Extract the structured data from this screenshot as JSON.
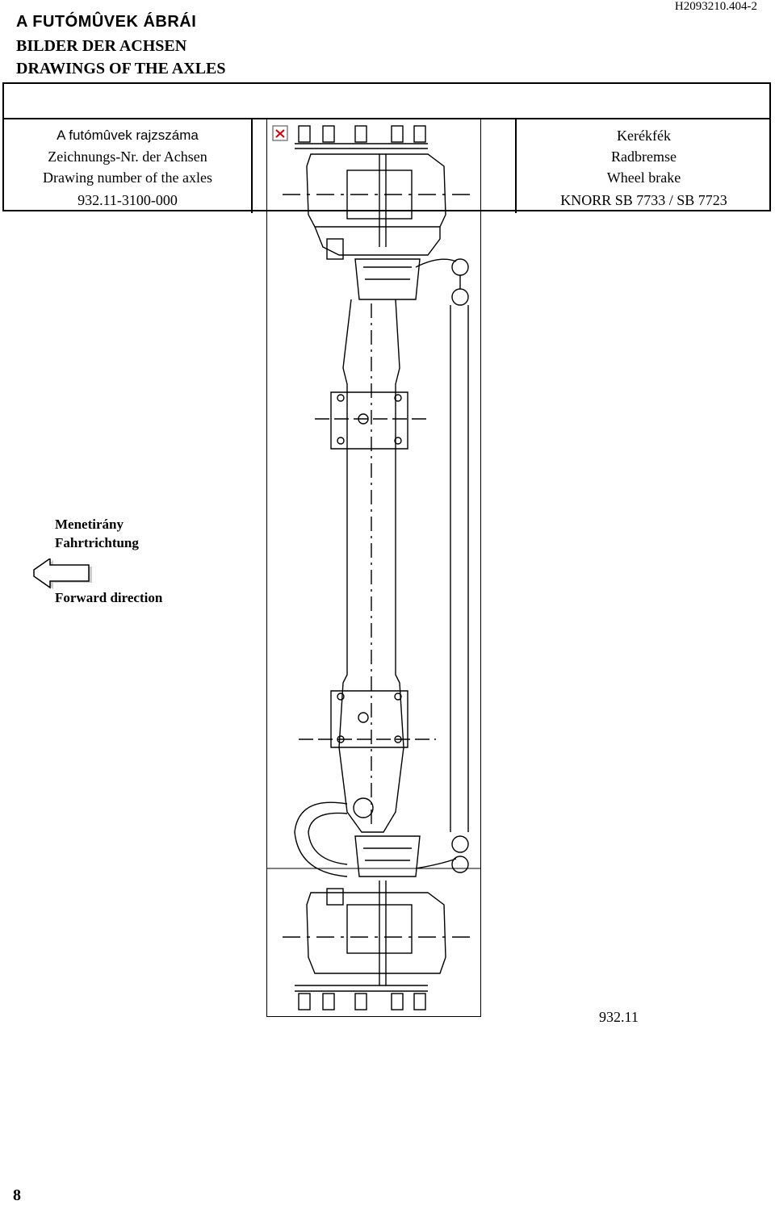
{
  "header": {
    "title_hu": "A FUTÓMÛVEK ÁBRÁI",
    "title_de": "BILDER DER ACHSEN",
    "title_en": "DRAWINGS OF THE AXLES",
    "doc_id": "H2093210.404-2"
  },
  "table": {
    "left": {
      "label_hu": "A futómûvek rajzszáma",
      "label_de": "Zeichnungs-Nr. der Achsen",
      "label_en": "Drawing number of the axles",
      "value": "932.11-3100-000"
    },
    "right": {
      "label_hu": "Kerékfék",
      "label_de": "Radbremse",
      "label_en": "Wheel brake",
      "value": "KNORR SB 7733 / SB 7723"
    }
  },
  "direction": {
    "label_hu": "Menetirány",
    "label_de": "Fahrtrichtung",
    "label_en": "Forward direction",
    "icon": "left-arrow-icon"
  },
  "drawing": {
    "broken_image_icon": "broken-image-icon",
    "code": "932.11"
  },
  "page_number": "8"
}
